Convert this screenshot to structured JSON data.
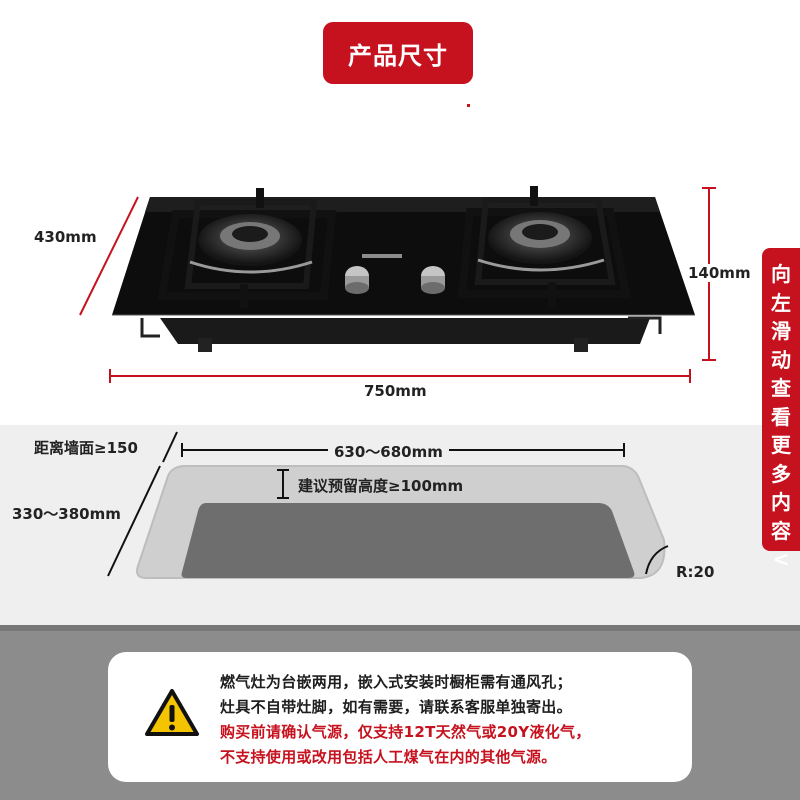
{
  "title": "产品尺寸",
  "dimensions": {
    "depth": "430mm",
    "height": "140mm",
    "width": "750mm",
    "wall_distance": "距离墙面≥150",
    "cutout_width": "630～680mm",
    "cutout_depth": "330～380mm",
    "reserve_height": "建议预留高度≥100mm",
    "corner_radius": "R:20"
  },
  "side_tab": {
    "chars": [
      "向",
      "左",
      "滑",
      "动",
      "查",
      "看",
      "更",
      "多",
      "内",
      "容",
      "<"
    ]
  },
  "notice": {
    "line1": "燃气灶为台嵌两用，嵌入式安装时橱柜需有通风孔；",
    "line2": "灶具不自带灶脚，如有需要，请联系客服单独寄出。",
    "line3": "购买前请确认气源，仅支持12T天然气或20Y液化气，",
    "line4": "不支持使用或改用包括人工煤气在内的其他气源。",
    "icon": "warning-triangle-icon"
  },
  "colors": {
    "accent": "#c6121e",
    "warning": "#f5c400"
  }
}
